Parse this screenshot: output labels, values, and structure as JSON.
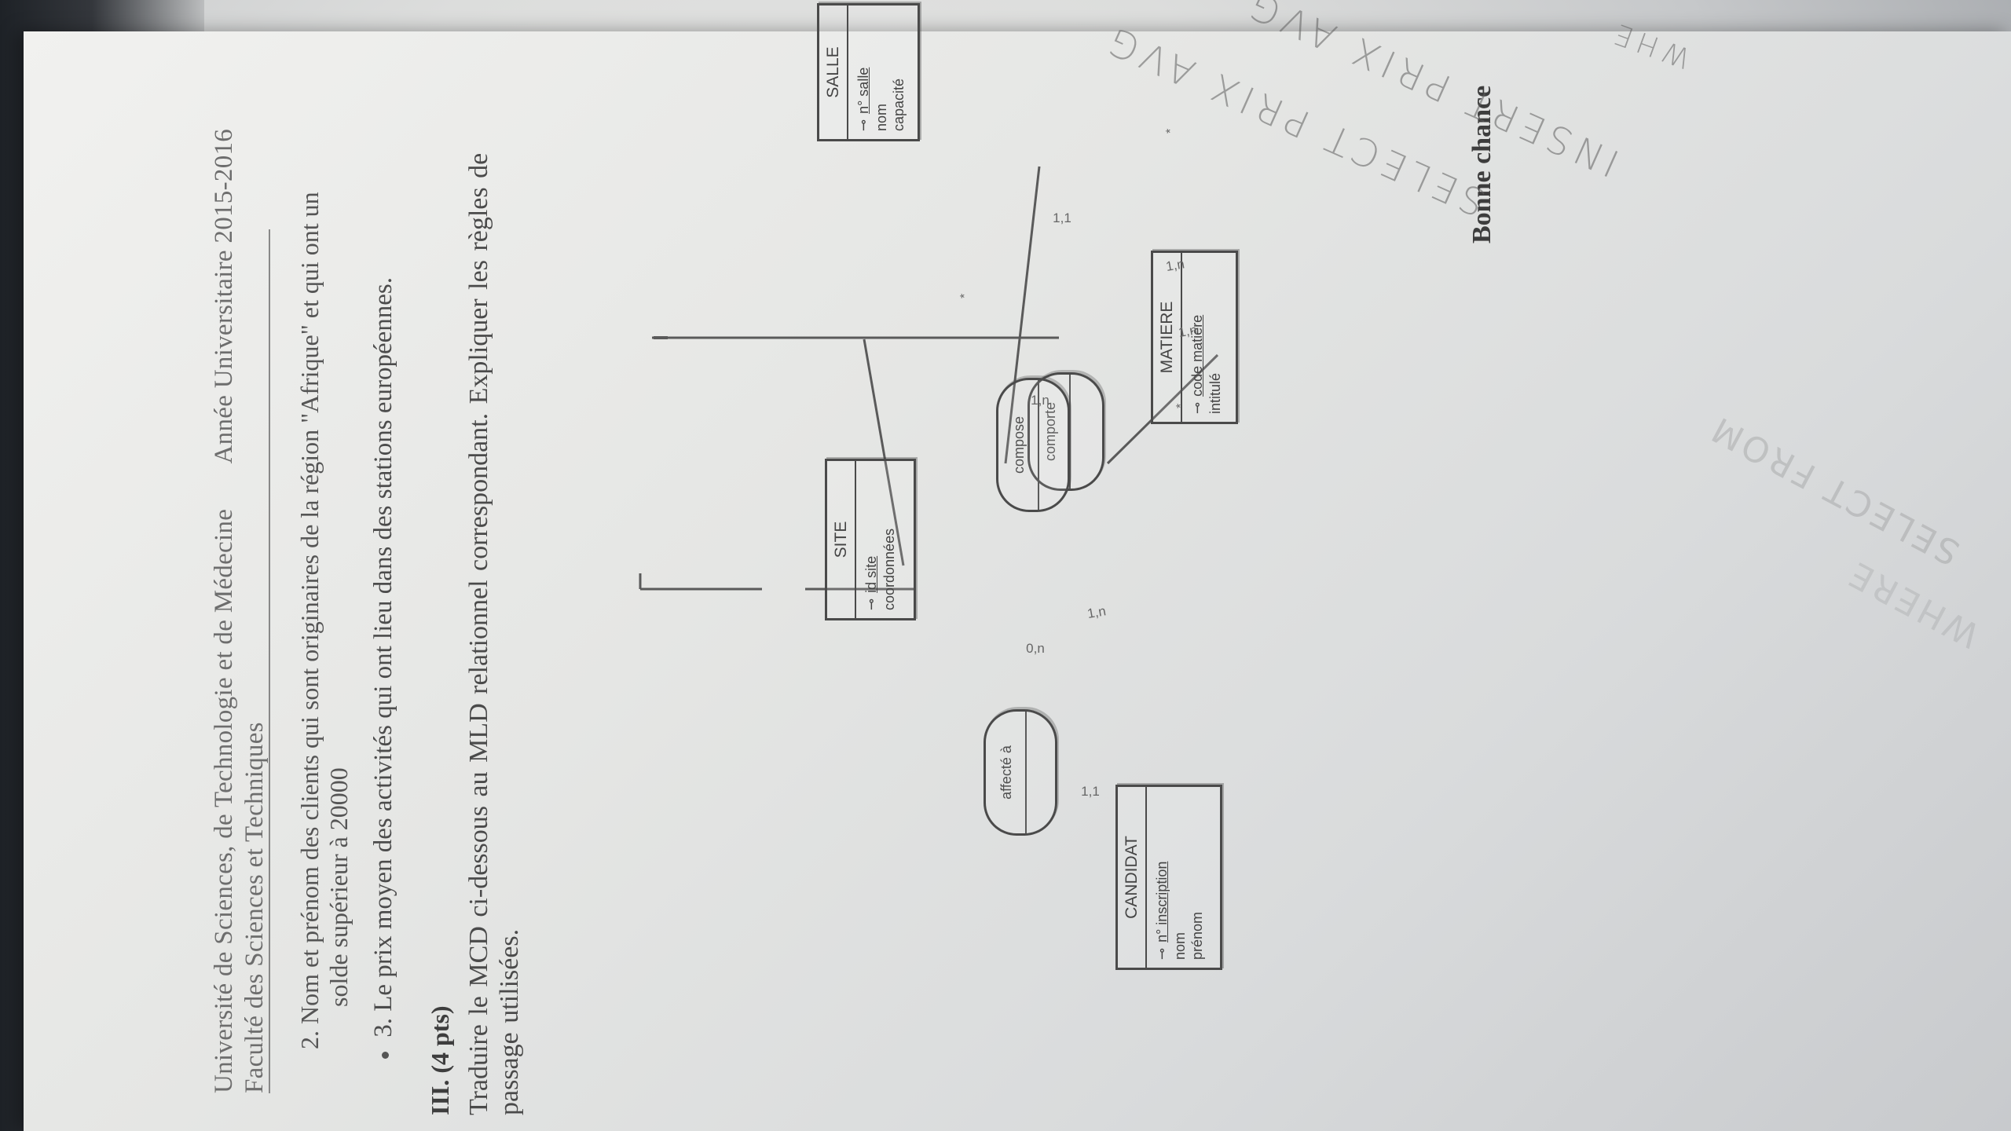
{
  "document": {
    "header_university": "Université de Sciences, de Technologie et de Médecine",
    "header_year": "Année Universitaire 2015-2016",
    "header_faculty": "Faculté des Sciences et Techniques",
    "question_2_line_1": "2. Nom et prénom des clients qui sont originaires de la région \"Afrique\" et qui ont un",
    "question_2_line_2": "solde supérieur à 20000",
    "question_3": "3. Le prix moyen des activités qui ont lieu dans des stations européennes.",
    "section_title": "III. (4 pts)",
    "section_text_line_1": "Traduire le MCD ci-dessous au MLD relationnel correspondant. Expliquer les règles de",
    "section_text_line_2": "passage utilisées.",
    "closing": "Bonne chance"
  },
  "diagram": {
    "entities": {
      "site": {
        "title": "SITE",
        "key": "id site",
        "attributes": [
          "coordonnées"
        ]
      },
      "salle": {
        "title": "SALLE",
        "key": "n° salle",
        "attributes": [
          "nom",
          "capacité"
        ]
      },
      "candidat": {
        "title": "CANDIDAT",
        "key": "n° inscription",
        "attributes": [
          "nom",
          "prénom"
        ]
      },
      "matiere": {
        "title": "MATIERE",
        "key": "code matière",
        "attributes": [
          "intitulé"
        ]
      }
    },
    "associations": {
      "comporte": "comporte",
      "compose": "compose",
      "affecte": "affecté à"
    },
    "cardinalities": {
      "site_comporte": "1,n",
      "comporte_salle": "1,1",
      "site_affecte": "0,n",
      "candidat_affecte": "1,1",
      "candidat_compose": "1,n",
      "salle_compose": "1,n",
      "matiere_compose": "1,n"
    }
  },
  "handwriting": {
    "line_1": "SELECT PRIX AVG",
    "line_2": "INSERT PRIX AVG",
    "line_3": "WHE",
    "line_4": "SELECT FROM",
    "line_5": "WHERE"
  },
  "colors": {
    "paper": "#e6e7e5",
    "ink": "#4a4a4a",
    "pencil": "#777777"
  }
}
